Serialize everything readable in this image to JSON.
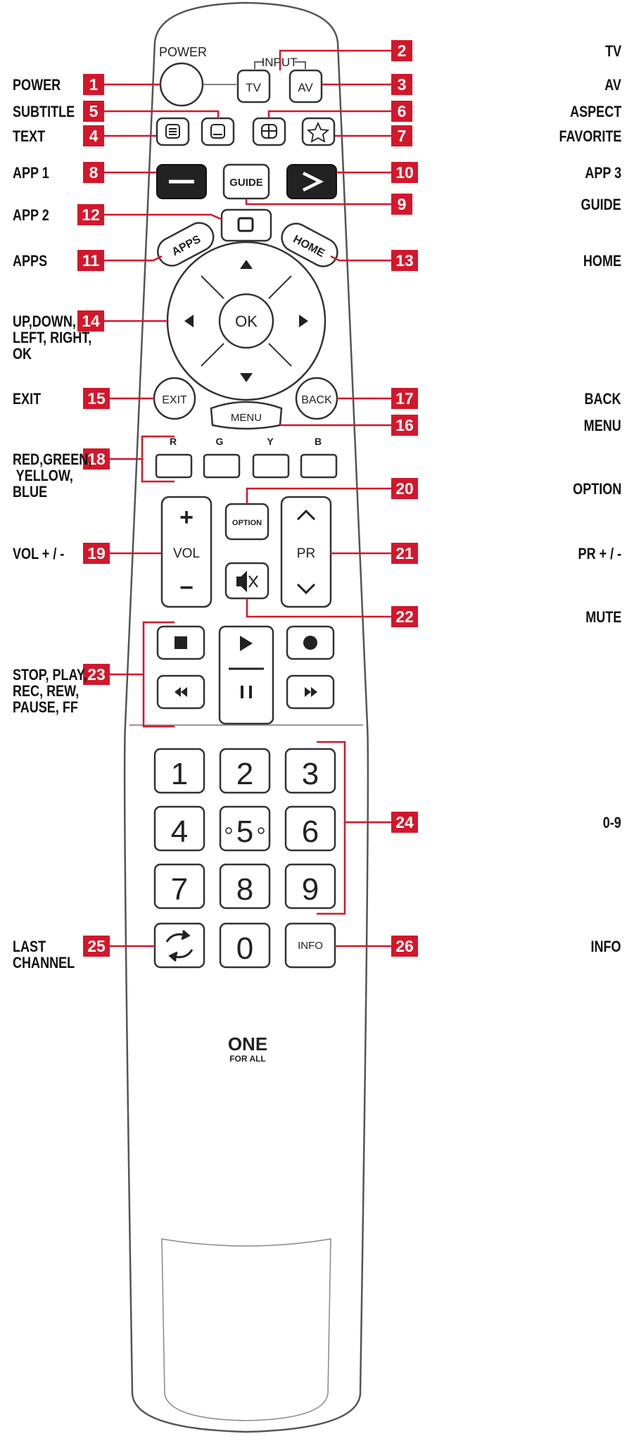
{
  "remote": {
    "power": "POWER",
    "input": "INPUT",
    "tv": "TV",
    "av": "AV",
    "guide": "GUIDE",
    "apps": "APPS",
    "home": "HOME",
    "ok": "OK",
    "exit": "EXIT",
    "back": "BACK",
    "menu": "MENU",
    "color_keys": [
      "R",
      "G",
      "Y",
      "B"
    ],
    "option": "OPTION",
    "vol_plus": "+",
    "vol": "VOL",
    "vol_minus": "−",
    "pr": "PR",
    "digits": [
      "1",
      "2",
      "3",
      "4",
      "5",
      "6",
      "7",
      "8",
      "9",
      "0"
    ],
    "info": "INFO",
    "brand_line1": "ONE",
    "brand_line2": "FOR ALL"
  },
  "callouts": [
    {
      "num": "1",
      "label": "POWER"
    },
    {
      "num": "2",
      "label": "TV"
    },
    {
      "num": "3",
      "label": "AV"
    },
    {
      "num": "4",
      "label": "TEXT"
    },
    {
      "num": "5",
      "label": "SUBTITLE"
    },
    {
      "num": "6",
      "label": "ASPECT"
    },
    {
      "num": "7",
      "label": "FAVORITE"
    },
    {
      "num": "8",
      "label": "APP 1"
    },
    {
      "num": "9",
      "label": "GUIDE"
    },
    {
      "num": "10",
      "label": "APP 3"
    },
    {
      "num": "11",
      "label": "APPS"
    },
    {
      "num": "12",
      "label": "APP 2"
    },
    {
      "num": "13",
      "label": "HOME"
    },
    {
      "num": "14",
      "label": "UP,DOWN, LEFT, RIGHT, OK",
      "lines": [
        "UP,DOWN,",
        "LEFT, RIGHT,",
        "OK"
      ]
    },
    {
      "num": "15",
      "label": "EXIT"
    },
    {
      "num": "16",
      "label": "MENU"
    },
    {
      "num": "17",
      "label": "BACK"
    },
    {
      "num": "18",
      "label": "RED,GREEN, YELLOW, BLUE",
      "lines": [
        "RED,GREEN,",
        " YELLOW,",
        "BLUE"
      ]
    },
    {
      "num": "19",
      "label": "VOL + / -"
    },
    {
      "num": "20",
      "label": "OPTION"
    },
    {
      "num": "21",
      "label": "PR + / -"
    },
    {
      "num": "22",
      "label": "MUTE"
    },
    {
      "num": "23",
      "label": "STOP, PLAY, REC, REW, PAUSE, FF",
      "lines": [
        "STOP, PLAY,",
        "REC, REW,",
        "PAUSE, FF"
      ]
    },
    {
      "num": "24",
      "label": "0-9"
    },
    {
      "num": "25",
      "label": "LAST CHANNEL",
      "lines": [
        "LAST",
        "CHANNEL"
      ]
    },
    {
      "num": "26",
      "label": "INFO"
    }
  ],
  "colors": {
    "badge": "#d3172b",
    "leader": "#d3172b",
    "remote_outline": "#555555",
    "button_outline": "#333333"
  }
}
